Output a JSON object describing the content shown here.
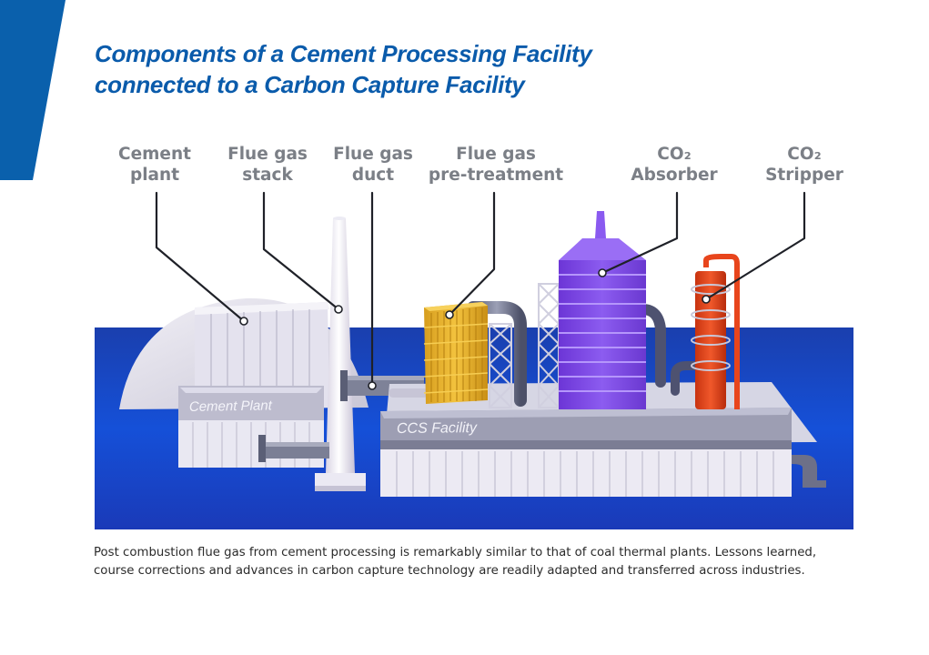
{
  "title": {
    "line1": "Components of a Cement Processing Facility",
    "line2": "connected to a Carbon Capture Facility"
  },
  "callouts": [
    {
      "id": "cement-plant",
      "line1": "Cement",
      "line2": "plant"
    },
    {
      "id": "flue-gas-stack",
      "line1": "Flue gas",
      "line2": "stack"
    },
    {
      "id": "flue-gas-duct",
      "line1": "Flue gas",
      "line2": "duct"
    },
    {
      "id": "flue-gas-pretreatment",
      "line1": "Flue gas",
      "line2": "pre-treatment"
    },
    {
      "id": "co2-absorber",
      "line1": "CO₂",
      "line2": "Absorber"
    },
    {
      "id": "co2-stripper",
      "line1": "CO₂",
      "line2": "Stripper"
    }
  ],
  "building_labels": {
    "cement_plant": "Cement Plant",
    "ccs_facility": "CCS Facility"
  },
  "caption": {
    "line1": "Post combustion flue gas from cement processing is remarkably similar to that of coal thermal plants. Lessons learned,",
    "line2": "course corrections and advances in carbon capture technology are readily adapted and transferred across industries."
  },
  "colors": {
    "title": "#0a5bab",
    "corner_accent": "#0a60ac",
    "callout_text": "#7b7f86",
    "leader_line": "#1f2128",
    "background_band": "#1446c4",
    "facility_base": "#d4d5e3",
    "pretreatment": "#e8b52e",
    "absorber": "#7d48e8",
    "stripper": "#e2421a",
    "caption_text": "#2b2b2b"
  }
}
